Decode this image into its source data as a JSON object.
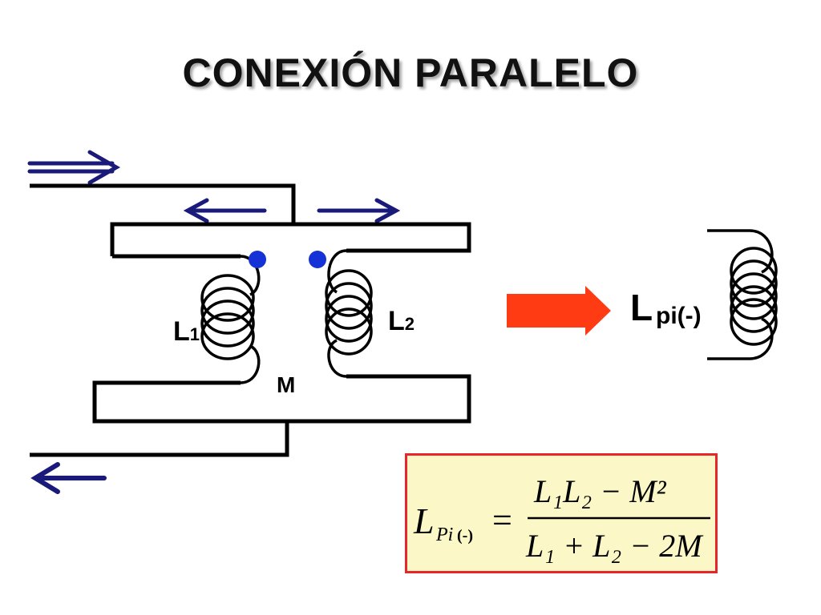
{
  "title": "CONEXIÓN PARALELO",
  "labels": {
    "l1": "L1",
    "l2": "L2",
    "m": "M",
    "equivalent": "L",
    "equivalent_sub": "pi(-)"
  },
  "formula": {
    "lhs": "L",
    "lhs_sub": "Pi",
    "lhs_bracket": "(-)",
    "numerator": "L₁L₂ − M²",
    "denominator": "L₁ + L₂ − 2M"
  },
  "colors": {
    "arrow": "#1a1a7a",
    "dot": "#1432d6",
    "big_arrow": "#ff3b14",
    "box_border": "#e8262a",
    "box_fill": "#fbf7c6"
  }
}
